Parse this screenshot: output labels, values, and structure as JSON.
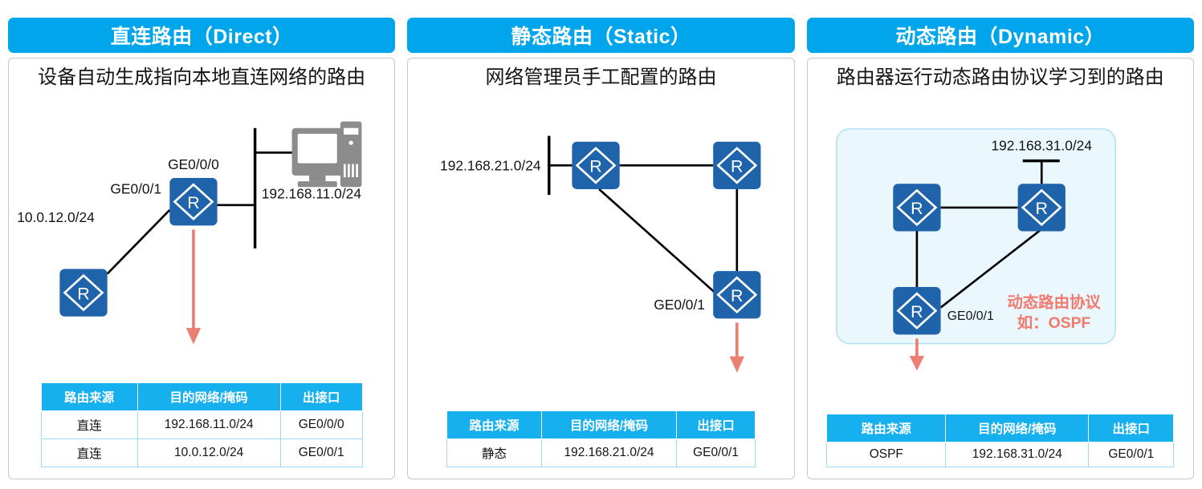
{
  "panels": [
    {
      "id": "direct",
      "header": "直连路由（Direct）",
      "description": "设备自动生成指向本地直连网络的路由",
      "diagram": {
        "labels": {
          "iface_top": "GE0/0/0",
          "iface_left": "GE0/0/1",
          "net_left": "10.0.12.0/24",
          "net_right": "192.168.11.0/24"
        },
        "icons": [
          "router-icon",
          "router-icon",
          "pc-icon",
          "lan-bar",
          "down-arrow-icon"
        ]
      },
      "table": {
        "headers": [
          "路由来源",
          "目的网络/掩码",
          "出接口"
        ],
        "rows": [
          [
            "直连",
            "192.168.11.0/24",
            "GE0/0/0"
          ],
          [
            "直连",
            "10.0.12.0/24",
            "GE0/0/1"
          ]
        ]
      }
    },
    {
      "id": "static",
      "header": "静态路由（Static）",
      "description": "网络管理员手工配置的路由",
      "diagram": {
        "labels": {
          "net_left": "192.168.21.0/24",
          "iface_bottom": "GE0/0/1"
        },
        "icons": [
          "router-icon",
          "router-icon",
          "router-icon",
          "lan-bar",
          "down-arrow-icon"
        ]
      },
      "table": {
        "headers": [
          "路由来源",
          "目的网络/掩码",
          "出接口"
        ],
        "rows": [
          [
            "静态",
            "192.168.21.0/24",
            "GE0/0/1"
          ]
        ]
      }
    },
    {
      "id": "dynamic",
      "header": "动态路由（Dynamic）",
      "description": "路由器运行动态路由协议学习到的路由",
      "diagram": {
        "labels": {
          "net_top": "192.168.31.0/24",
          "iface_bottom": "GE0/0/1",
          "protocol_line1": "动态路由协议",
          "protocol_line2": "如：OSPF"
        },
        "icons": [
          "router-icon",
          "router-icon",
          "router-icon",
          "lan-bar",
          "down-arrow-icon",
          "network-cloud-box"
        ]
      },
      "table": {
        "headers": [
          "路由来源",
          "目的网络/掩码",
          "出接口"
        ],
        "rows": [
          [
            "OSPF",
            "192.168.31.0/24",
            "GE0/0/1"
          ]
        ]
      }
    }
  ],
  "colors": {
    "header_blue": "#00a5eb",
    "table_header_blue": "#16b0ef",
    "router_blue": "#1f64ab",
    "arrow_salmon": "#ec7f74",
    "protocol_text": "#f2796c",
    "cloud_fill": "#eaf7fd",
    "pc_gray": "#8c8c8c"
  }
}
